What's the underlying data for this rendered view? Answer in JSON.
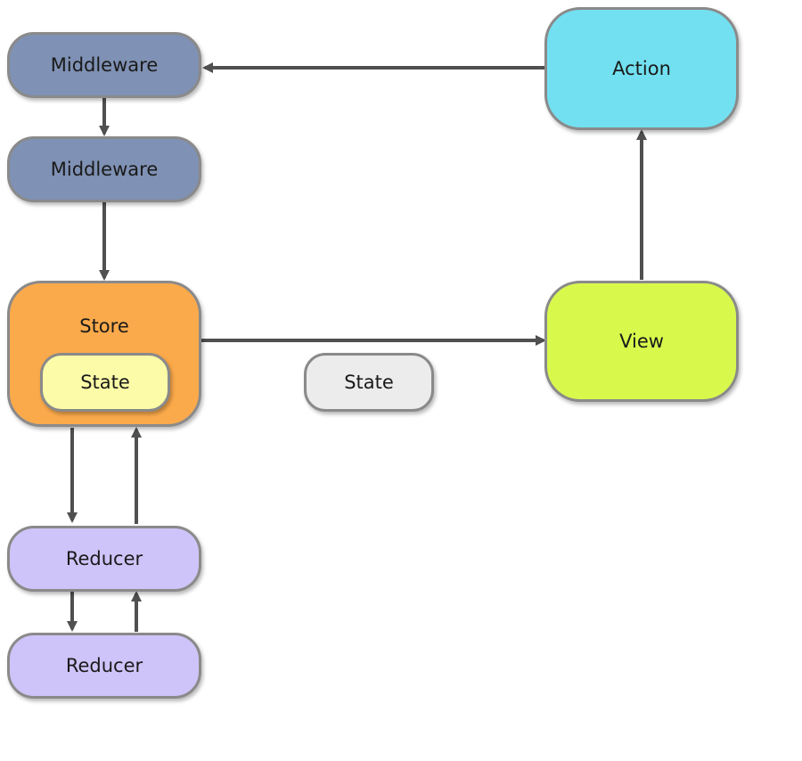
{
  "nodes": {
    "middleware_1": {
      "label": "Middleware"
    },
    "middleware_2": {
      "label": "Middleware"
    },
    "store": {
      "label": "Store",
      "inner_state_label": "State"
    },
    "reducer_1": {
      "label": "Reducer"
    },
    "reducer_2": {
      "label": "Reducer"
    },
    "state": {
      "label": "State"
    },
    "view": {
      "label": "View"
    },
    "action": {
      "label": "Action"
    }
  },
  "colors": {
    "middleware": "#7f91b4",
    "store": "#fbaa4b",
    "inner_state": "#fcfca8",
    "state": "#ececec",
    "reducer": "#cfc4f9",
    "view": "#d8f94c",
    "action": "#72e0f0",
    "edge": "#505050"
  },
  "edges": [
    {
      "from": "action",
      "to": "middleware_1"
    },
    {
      "from": "middleware_1",
      "to": "middleware_2"
    },
    {
      "from": "middleware_2",
      "to": "store"
    },
    {
      "from": "store",
      "to": "view"
    },
    {
      "from": "view",
      "to": "action"
    },
    {
      "from": "store",
      "to": "reducer_1"
    },
    {
      "from": "reducer_1",
      "to": "store"
    },
    {
      "from": "reducer_1",
      "to": "reducer_2"
    },
    {
      "from": "reducer_2",
      "to": "reducer_1"
    }
  ]
}
